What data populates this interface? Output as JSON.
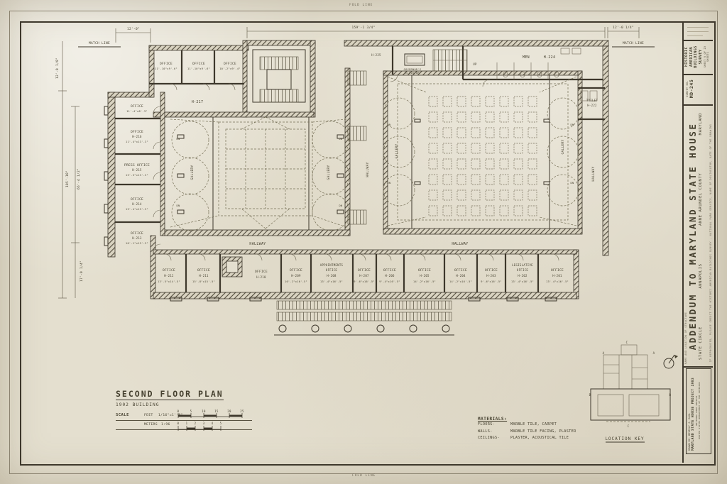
{
  "sheet": {
    "fold_line": "FOLD LINE",
    "match_line": "MATCH LINE"
  },
  "title_block": {
    "agency_line1": "HISTORIC AMERICAN",
    "agency_line2": "BUILDINGS SURVEY",
    "sheet_line": "SHEET 9 OF 23 SHEETS",
    "survey_no_label": "SURVEY NO.",
    "survey_no": "MD-245",
    "name_header": "NAME AND LOCATION OF STRUCTURE",
    "main_title": "ADDENDUM TO MARYLAND STATE HOUSE",
    "address1": "STATE CIRCLE",
    "address2": "ANNAPOLIS",
    "address3": "ANNE ARUNDEL COUNTY",
    "address4": "MARYLAND",
    "credit_line": "IF REPRODUCED, PLEASE CREDIT THE HISTORIC AMERICAN BUILDINGS SURVEY - NATIONAL PARK SERVICE, NAME OF DELINEATOR, DATE OF THE DRAWING",
    "drawn_by": "DRAWN BY: BEVERLY J. DAHL",
    "project": "MARYLAND STATE HOUSE PROJECT 1983",
    "agency_sub1": "NATIONAL PARK SERVICE",
    "agency_sub2": "UNITED STATES DEPARTMENT OF THE INTERIOR"
  },
  "plan_title": {
    "title": "SECOND FLOOR PLAN",
    "subtitle": "1902 BUILDING",
    "scale_label": "SCALE",
    "feet_label": "FEET",
    "feet_scale": "1/16\"=1'-0\"",
    "meters_label": "METERS",
    "meters_scale": "1:96",
    "feet_ticks": [
      "0",
      "5",
      "10",
      "15",
      "20",
      "25"
    ],
    "meter_ticks": [
      "0",
      "1",
      "2",
      "3",
      "4",
      "5"
    ]
  },
  "materials": {
    "header": "MATERIALS:",
    "rows": [
      {
        "label": "FLOORS-",
        "value": "MARBLE TILE, CARPET"
      },
      {
        "label": "WALLS-",
        "value": "MARBLE TILE FACING, PLASTER"
      },
      {
        "label": "CEILINGS-",
        "value": "PLASTER, ACOUSTICAL TILE"
      }
    ]
  },
  "location_key": {
    "label": "LOCATION KEY",
    "marks": [
      "C",
      "A",
      "A",
      "B",
      "B",
      "C"
    ]
  },
  "dimensions": {
    "top_left": "12'-0\"",
    "top_center": "159'-1 3/4\"",
    "top_right": "12'-0 1/4\"",
    "left_upper": "12'-0 1/8\"",
    "left_total": "105'-10\"",
    "left_mid": "66'-4 1/2\"",
    "left_lower": "17'-0 1/4\""
  },
  "labels": {
    "hallway": "HALLWAY",
    "gallery": "GALLERY",
    "dn": "DN",
    "up": "UP"
  },
  "rooms": {
    "top": [
      {
        "name": "OFFICE",
        "dims": "11'-10\"x9'-6\""
      },
      {
        "name": "OFFICE",
        "dims": "11'-10\"x9'-6\""
      },
      {
        "name": "OFFICE",
        "dims": "10'-2\"x9'-4\""
      }
    ],
    "left": [
      {
        "name": "OFFICE",
        "number": "",
        "dims": "11'-4\"x8'-3\""
      },
      {
        "name": "OFFICE",
        "number": "H-216",
        "dims": "11'-4\"x13'-3\""
      },
      {
        "name": "PRESS OFFICE",
        "number": "H-215",
        "dims": "13'-5\"x13'-3\""
      },
      {
        "name": "OFFICE",
        "number": "H-214",
        "dims": "13'-4\"x13'-3\""
      },
      {
        "name": "OFFICE",
        "number": "H-213",
        "dims": "10'-1\"x13'-3\""
      }
    ],
    "h217": "H-217",
    "h225": "H-225",
    "gov_elevator_1": "GOVERNOR'S",
    "gov_elevator_2": "ELEVATOR",
    "men_name": "MEN",
    "men_number": "H-224",
    "toilet_name": "TOILET",
    "toilet_number": "H-222",
    "bottom": [
      {
        "name": "OFFICE",
        "number": "H-212",
        "dims": "13'-5\"x14'-5\""
      },
      {
        "name": "OFFICE",
        "number": "H-211",
        "dims": "15'-8\"x15'-5\""
      },
      {
        "name": "OFFICE",
        "number": "H-210",
        "dims": ""
      },
      {
        "name": "OFFICE",
        "number": "H-209",
        "dims": "10'-2\"x16'-5\""
      },
      {
        "name2": "APPOINTMENTS",
        "name": "OFFICE",
        "number": "H-208",
        "dims": "13'-4\"x16'-5\""
      },
      {
        "name": "OFFICE",
        "number": "H-207",
        "dims": "9'-6\"x16'-5\""
      },
      {
        "name": "OFFICE",
        "number": "H-206",
        "dims": "9'-4\"x16'-5\""
      },
      {
        "name": "OFFICE",
        "number": "H-205",
        "dims": "14'-2\"x16'-5\""
      },
      {
        "name": "OFFICE",
        "number": "H-204",
        "dims": "14'-2\"x16'-5\""
      },
      {
        "name": "OFFICE",
        "number": "H-203",
        "dims": "9'-6\"x16'-5\""
      },
      {
        "name2": "LEGISLATIVE",
        "name": "OFFICE",
        "number": "H-202",
        "dims": "13'-4\"x16'-5\""
      },
      {
        "name": "OFFICE",
        "number": "H-201",
        "dims": "13'-4\"x16'-5\""
      }
    ]
  }
}
